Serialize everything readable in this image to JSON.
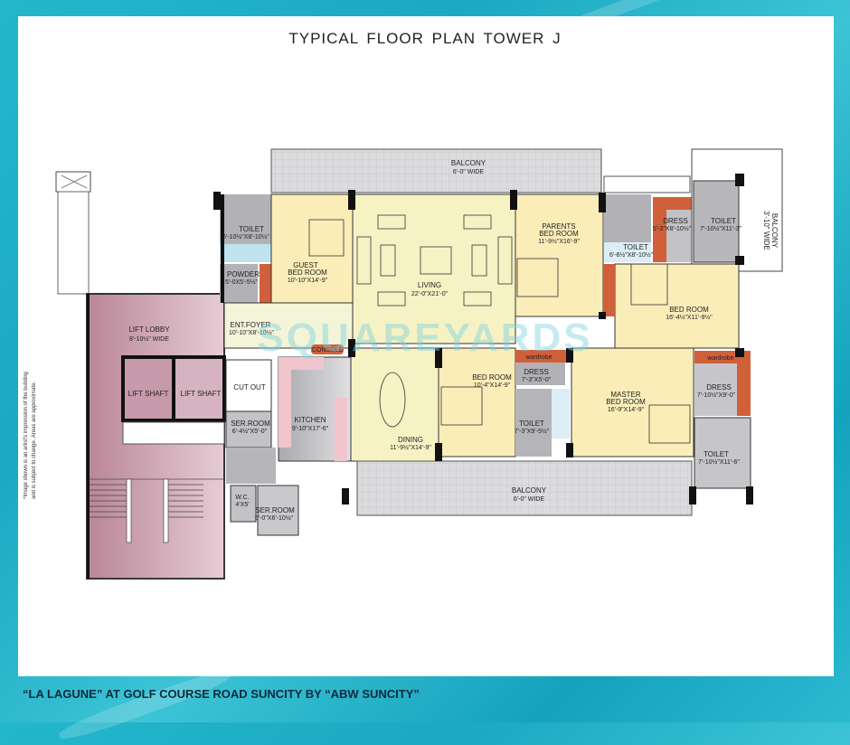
{
  "title": "TYPICAL  FLOOR  PLAN    TOWER J",
  "footer": "“LA LAGUNE”  AT GOLF COURSE ROAD SUNCITY  BY  “ABW SUNCITY”",
  "disclaimer": [
    "*Image shown is an artist's impression of the building",
    "and is subject to change. Areas are approximate."
  ],
  "watermark": "SQUAREYARDS",
  "colors": {
    "background": "#1fb2c8",
    "bedroom": "#fbedb8",
    "living": "#f6f2c4",
    "toilet": "#b9b9bd",
    "wardrobe": "#d0603a",
    "lobby": "#c89aaa",
    "balcony": "#d9d9dc"
  },
  "rooms": {
    "balcony_top": {
      "name": "BALCONY",
      "dims": "6'-0\" WIDE"
    },
    "guest_toilet": {
      "name": "TOILET",
      "dims": "6'-10½\"X8'-10½\""
    },
    "powder": {
      "name": "POWDER",
      "dims": "5'-0X5'-5½\""
    },
    "guest_bedroom": {
      "name": "GUEST",
      "name2": "BED ROOM",
      "dims": "10'-10\"X14'-9\""
    },
    "living": {
      "name": "LIVING",
      "dims": "22'-0\"X21'-0\""
    },
    "parents_bedroom": {
      "name": "PARENTS",
      "name2": "BED ROOM",
      "dims": "11'-9½\"X16'-9\""
    },
    "parents_toilet": {
      "name": "TOILET",
      "dims": "6'-6½\"X8'-10½\""
    },
    "dress_top": {
      "name": "DRESS",
      "dims": "5'-3\"X8'-10½\""
    },
    "toilet_top_right": {
      "name": "TOILET",
      "dims": "7'-10½\"X11'-3\""
    },
    "balcony_right": {
      "name": "3'-10\" WIDE",
      "name2": "BALCONY"
    },
    "bedroom_right": {
      "name": "BED ROOM",
      "dims": "16'-4½\"X11'-9½\""
    },
    "ent_foyer": {
      "name": "ENT.FOYER",
      "dims": "10'-10\"X8'-10½\""
    },
    "console": {
      "name": "CONSOLE"
    },
    "lift_lobby": {
      "name": "LIFT LOBBY",
      "dims": "8'-10½\" WIDE"
    },
    "lift_shaft_1": {
      "name": "LIFT SHAFT"
    },
    "lift_shaft_2": {
      "name": "LIFT SHAFT"
    },
    "cut_out": {
      "name": "CUT OUT"
    },
    "ser_room_1": {
      "name": "SER.ROOM",
      "dims": "6'-4½\"X5'-0\""
    },
    "kitchen": {
      "name": "KITCHEN",
      "dims": "9'-10\"X17'-6\""
    },
    "dining": {
      "name": "DINING",
      "dims": "11'-9½\"X14'-9\""
    },
    "bedroom_mid": {
      "name": "BED ROOM",
      "dims": "10'-4\"X14'-9\""
    },
    "dress_mid": {
      "name": "DRESS",
      "dims": "7'-3\"X5'-0\""
    },
    "toilet_mid": {
      "name": "TOILET",
      "dims": "7'-3\"X9'-5½\""
    },
    "master_bedroom": {
      "name": "MASTER",
      "name2": "BED ROOM",
      "dims": "16'-9\"X14'-9\""
    },
    "dress_master": {
      "name": "DRESS",
      "dims": "7'-10½\"X9'-0\""
    },
    "toilet_master": {
      "name": "TOILET",
      "dims": "7'-10½\"X11'-6\""
    },
    "balcony_bottom": {
      "name": "BALCONY",
      "dims": "6'-0\" WIDE"
    },
    "wc": {
      "name": "W.C.",
      "dims": "4'X5'"
    },
    "ser_room_2": {
      "name": "SER.ROOM",
      "dims": "5'-0\"X6'-10½\""
    }
  },
  "wardrobe_label": "wardrobe"
}
